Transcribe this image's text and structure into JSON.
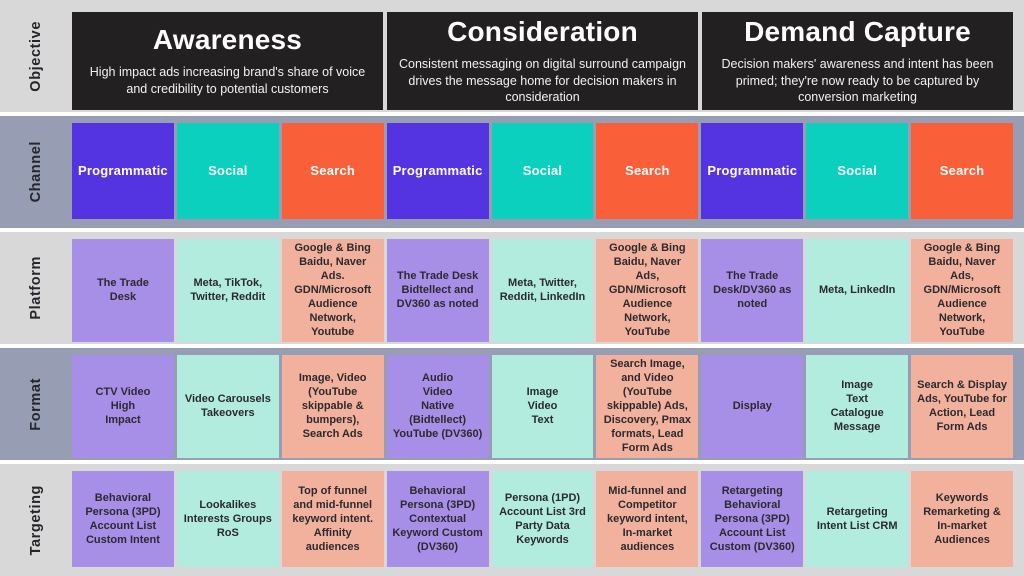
{
  "row_labels": [
    "Objective",
    "Channel",
    "Platform",
    "Format",
    "Targeting"
  ],
  "phases": [
    {
      "title": "Awareness",
      "description": "High impact ads increasing brand's share of voice and credibility to potential customers"
    },
    {
      "title": "Consideration",
      "description": "Consistent messaging on digital surround campaign drives the message home for decision makers in consideration"
    },
    {
      "title": "Demand Capture",
      "description": "Decision makers' awareness and intent has been primed; they're now ready to be captured by conversion marketing"
    }
  ],
  "channel": {
    "awareness": [
      "Programmatic",
      "Social",
      "Search"
    ],
    "consideration": [
      "Programmatic",
      "Social",
      "Search"
    ],
    "demand_capture": [
      "Programmatic",
      "Social",
      "Search"
    ]
  },
  "platform": {
    "awareness": [
      "The Trade\nDesk",
      "Meta, TikTok,\nTwitter, Reddit",
      "Google & Bing\nBaidu, Naver\nAds.\nGDN/Microsoft\nAudience\nNetwork,\nYoutube"
    ],
    "consideration": [
      "The Trade Desk\nBidtellect and\nDV360 as noted",
      "Meta, Twitter,\nReddit, LinkedIn",
      "Google & Bing\nBaidu, Naver\nAds,\nGDN/Microsoft\nAudience\nNetwork,\nYouTube"
    ],
    "demand_capture": [
      "The Trade\nDesk/DV360 as\nnoted",
      "Meta, LinkedIn",
      "Google & Bing\nBaidu, Naver\nAds,\nGDN/Microsoft\nAudience\nNetwork,\nYouTube"
    ]
  },
  "format": {
    "awareness": [
      "CTV Video\nHigh\nImpact",
      "Video Carousels\nTakeovers",
      "Image, Video\n(YouTube\nskippable &\nbumpers),\nSearch Ads"
    ],
    "consideration": [
      "Audio\nVideo\nNative\n(Bidtellect)\nYouTube (DV360)",
      "Image\nVideo\nText",
      "Search Image,\nand Video\n(YouTube\nskippable) Ads,\nDiscovery, Pmax\nformats, Lead\nForm Ads"
    ],
    "demand_capture": [
      "Display",
      "Image\nText\nCatalogue\nMessage",
      "Search & Display\nAds, YouTube for\nAction, Lead\nForm Ads"
    ]
  },
  "targeting": {
    "awareness": [
      "Behavioral\nPersona (3PD)\nAccount List\nCustom Intent",
      "Lookalikes\nInterests Groups\nRoS",
      "Top of funnel\nand mid-funnel\nkeyword intent.\nAffinity\naudiences"
    ],
    "consideration": [
      "Behavioral\nPersona (3PD)\nContextual\nKeyword Custom\n(DV360)",
      "Persona (1PD)\nAccount List 3rd\nParty Data\nKeywords",
      "Mid-funnel and\nCompetitor\nkeyword intent,\nIn-market\naudiences"
    ],
    "demand_capture": [
      "Retargeting\nBehavioral\nPersona (3PD)\nAccount List\nCustom (DV360)",
      "Retargeting\nIntent List CRM",
      "Keywords\nRemarketing &\nIn-market\nAudiences"
    ]
  },
  "colors": {
    "programmatic": "#5433E0",
    "social": "#0BD0BE",
    "search": "#F95F38",
    "pastel_programmatic": "#A78FE8",
    "pastel_social": "#B2ECDF",
    "pastel_search": "#F2B19D",
    "objective_card_bg": "#232021",
    "band_blue": "#979DB2",
    "band_gray": "#D8D8D8"
  }
}
